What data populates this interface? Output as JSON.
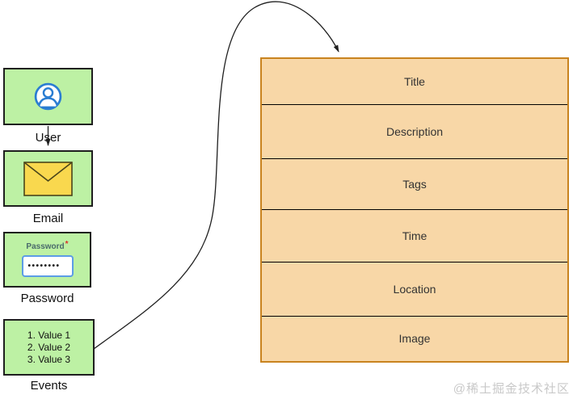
{
  "diagram": {
    "nodes": {
      "user": {
        "label": "User",
        "icon": "user-circle-icon"
      },
      "email": {
        "label": "Email",
        "icon": "envelope-icon"
      },
      "password": {
        "label": "Password",
        "field_label": "Password",
        "required_mark": "*",
        "masked_value": "••••••••"
      },
      "events": {
        "label": "Events",
        "items": [
          "1. Value 1",
          "2. Value 2",
          "3. Value 3"
        ]
      }
    },
    "table": {
      "rows": [
        "Title",
        "Description",
        "Tags",
        "Time",
        "Location",
        "Image"
      ]
    },
    "connections": [
      {
        "from": "user",
        "to": "email"
      },
      {
        "from": "events",
        "to": "table"
      }
    ],
    "colors": {
      "node_fill": "#BDF1A4",
      "node_border": "#1F1F1F",
      "table_fill": "#F8D7A7",
      "table_border": "#C9831F",
      "row_divider": "#000000",
      "user_icon_blue": "#2A7DD2",
      "envelope_yellow": "#F9D84E",
      "password_label_teal": "#4A6B6B",
      "required_red": "#D9342B",
      "input_border_blue": "#5C9CE6",
      "connector": "#1F1F1F",
      "watermark_gray": "#C9C9C9"
    }
  },
  "watermark": {
    "text": "@稀土掘金技术社区"
  }
}
